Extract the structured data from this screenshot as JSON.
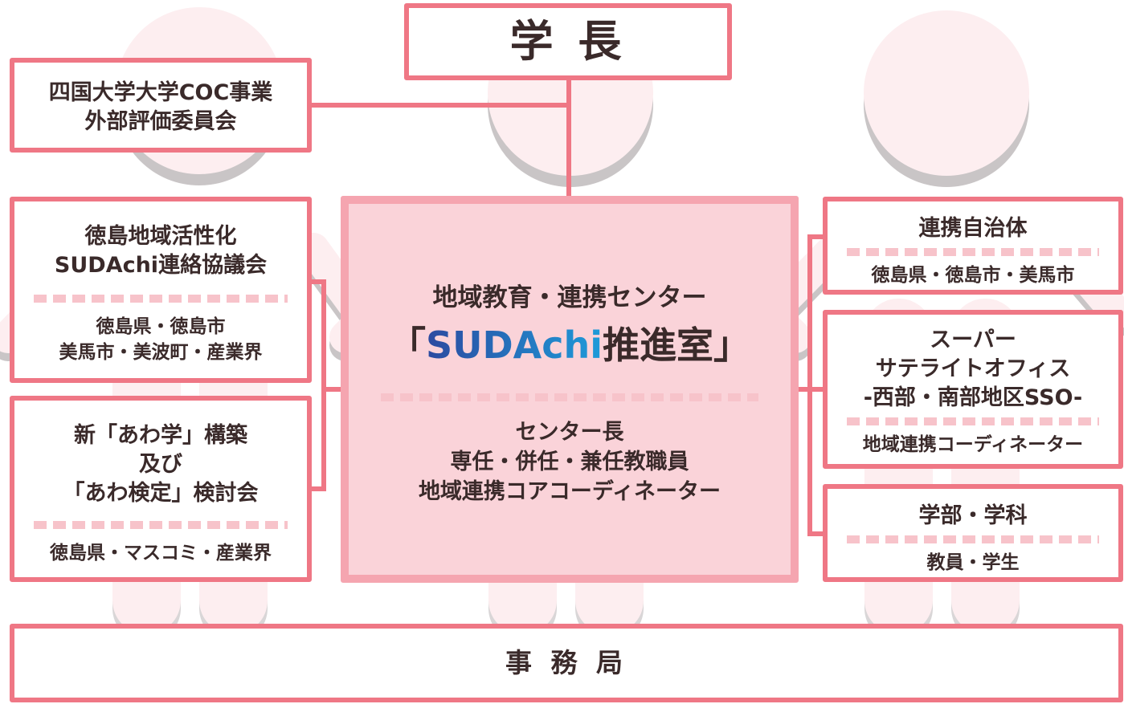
{
  "president": "学 長",
  "evaluation_committee": {
    "line1": "四国大学大学COC事業",
    "line2": "外部評価委員会"
  },
  "council": {
    "line1": "徳島地域活性化",
    "line2": "SUDAchi連絡協議会",
    "members_line1": "徳島県・徳島市",
    "members_line2": "美馬市・美波町・産業界"
  },
  "awagaku": {
    "line1": "新「あわ学」構築",
    "line2": "及び",
    "line3": "「あわ検定」検討会",
    "members": "徳島県・マスコミ・産業界"
  },
  "center": {
    "title": "地域教育・連携センター",
    "bracket_open": "「",
    "sudachi": "SUDAchi",
    "office": "推進室」",
    "staff_line1": "センター長",
    "staff_line2": "専任・併任・兼任教職員",
    "staff_line3": "地域連携コアコーディネーター"
  },
  "municipalities": {
    "title": "連携自治体",
    "members": "徳島県・徳島市・美馬市"
  },
  "super_office": {
    "line1": "スーパー",
    "line2": "サテライトオフィス",
    "line3": "-西部・南部地区SSO-",
    "members": "地域連携コーディネーター"
  },
  "faculty": {
    "title": "学部・学科",
    "members": "教員・学生"
  },
  "secretariat": "事 務 局",
  "colors": {
    "border": "#ef7785",
    "center_fill": "#fad3d9",
    "dots": "#f7c3ca",
    "sudachi_start": "#2c4aa0",
    "sudachi_end": "#1e9bd9"
  }
}
